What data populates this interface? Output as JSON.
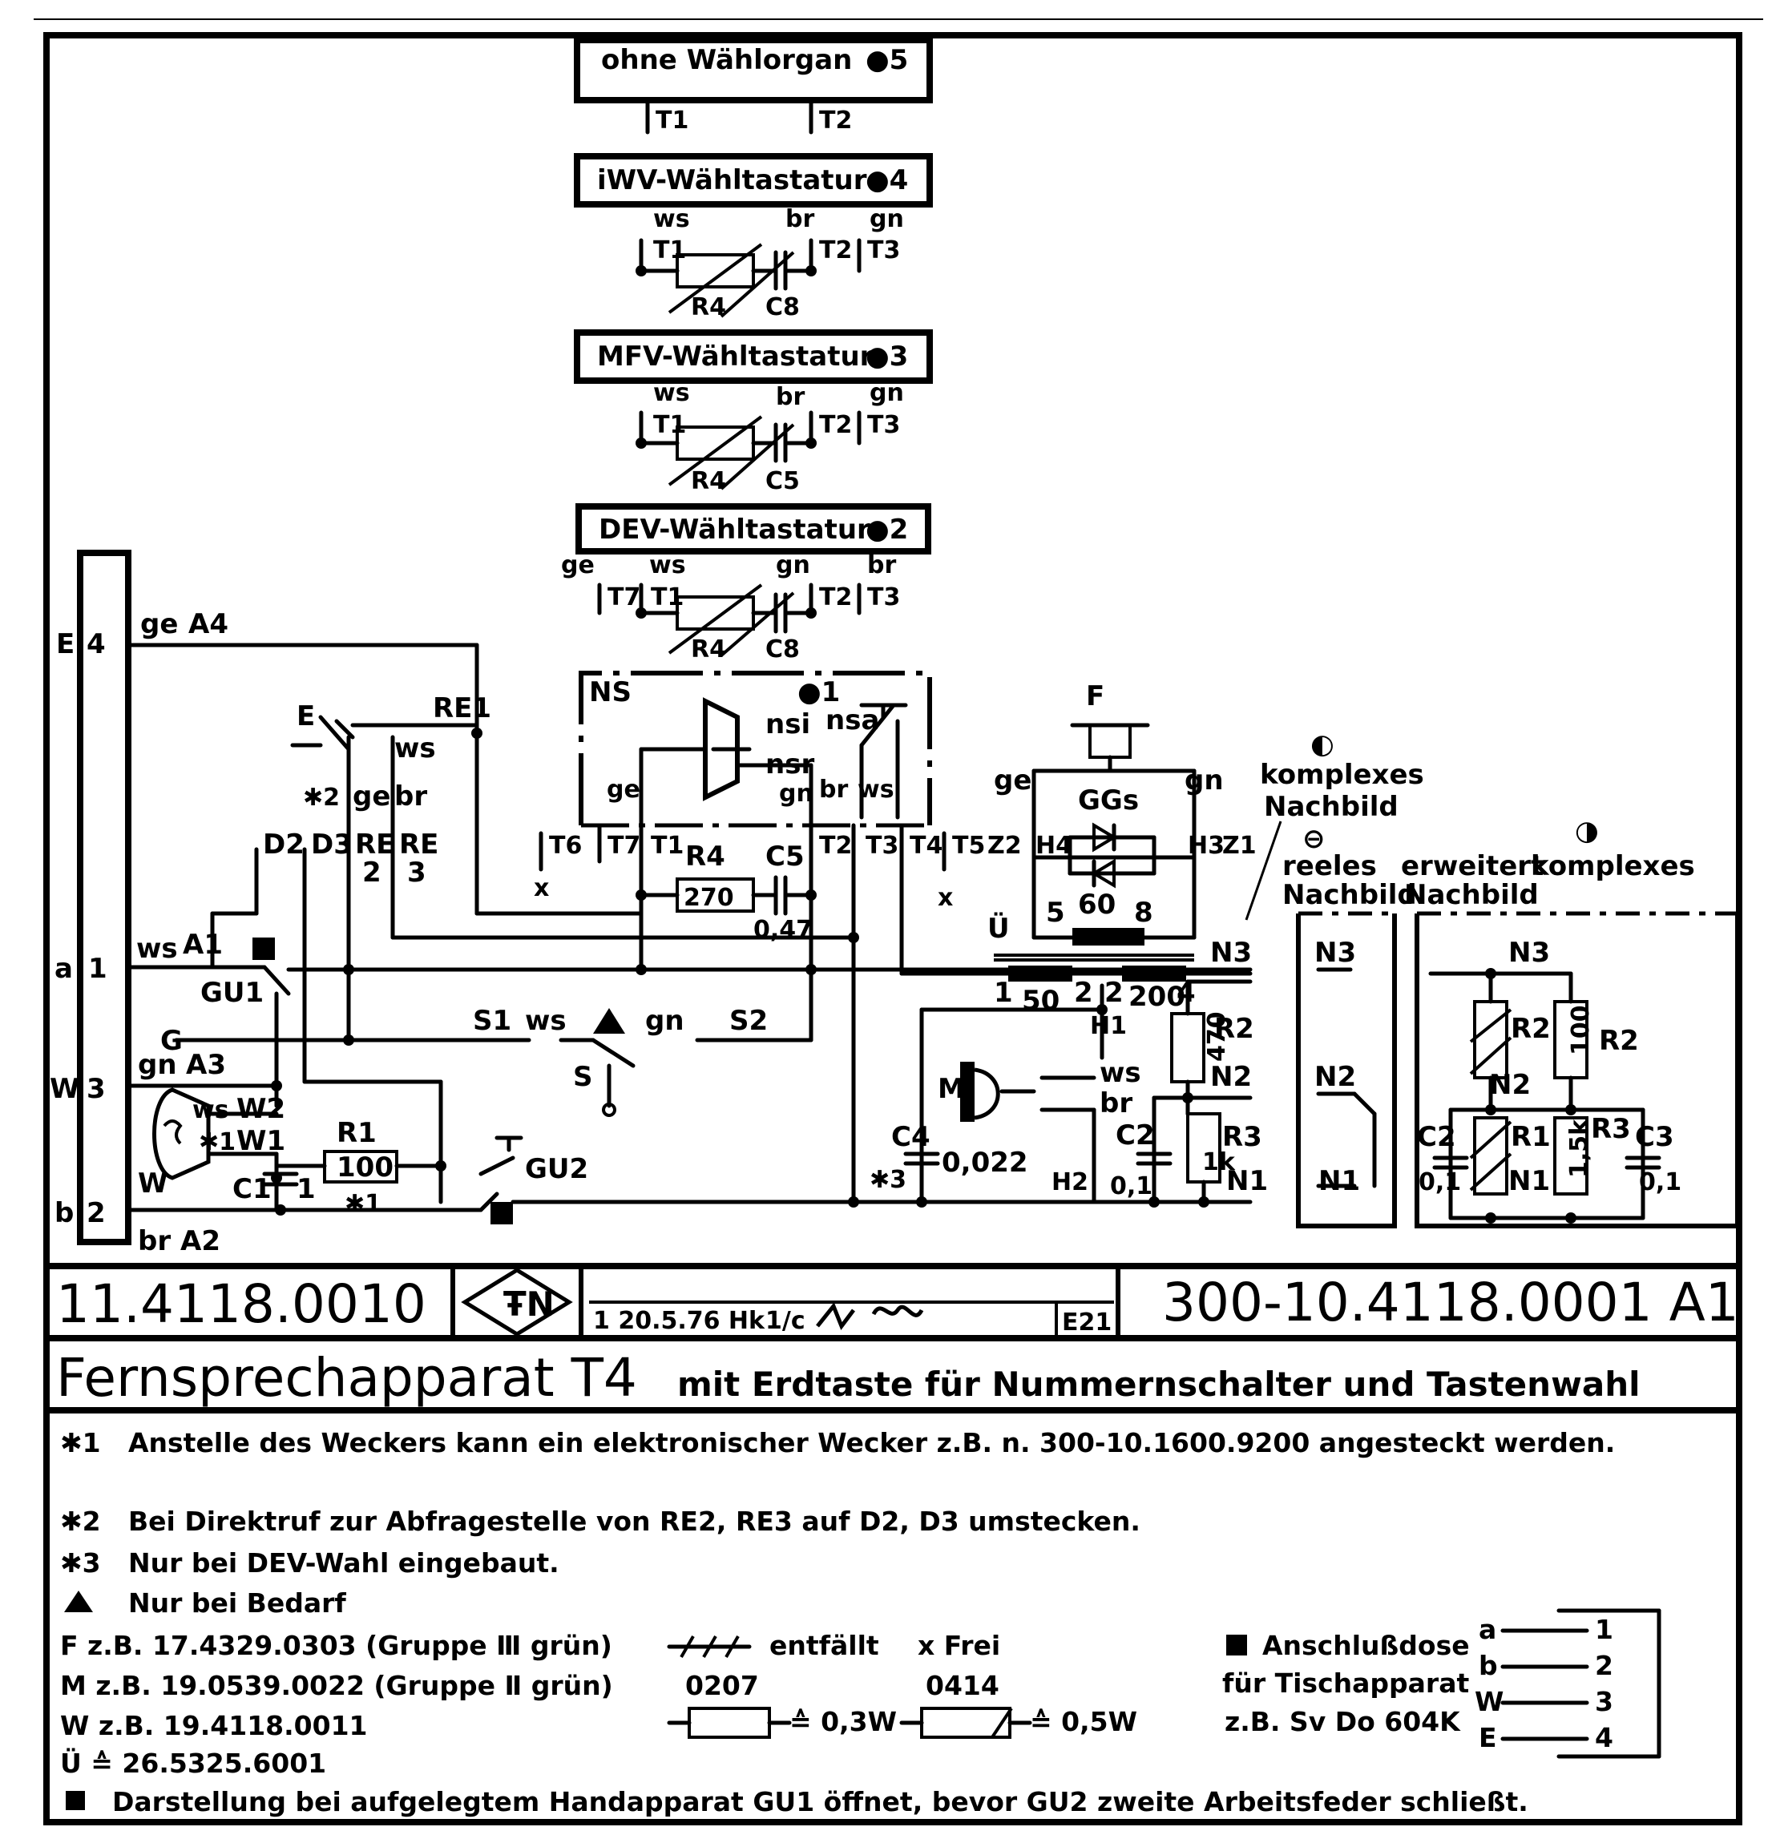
{
  "top_boxes": [
    {
      "title": "ohne Wählorgan",
      "num": "●5",
      "t1": "T1",
      "t2": "T2"
    },
    {
      "title": "iWV-Wähltastatur",
      "num": "●4",
      "ws": "ws",
      "br": "br",
      "gn": "gn",
      "t1": "T1",
      "t2": "T2",
      "t3": "T3",
      "r": "R4",
      "c": "C8"
    },
    {
      "title": "MFV-Wähltastatur",
      "num": "●3",
      "ws": "ws",
      "br": "br",
      "gn": "gn",
      "t1": "T1",
      "t2": "T2",
      "t3": "T3",
      "r": "R4",
      "c": "C5"
    },
    {
      "title": "DEV-Wähltastatur",
      "num": "●2",
      "ge": "ge",
      "ws": "ws",
      "gn": "gn",
      "br": "br",
      "t7": "T7",
      "t1": "T1",
      "t2": "T2",
      "t3": "T3",
      "r": "R4",
      "c": "C8"
    }
  ],
  "ns": {
    "title": "NS",
    "num": "●1",
    "nsi": "nsi",
    "nsr": "nsr",
    "nsa": "nsa",
    "ge": "ge",
    "gn": "gn",
    "br": "br",
    "ws": "ws",
    "terminals": [
      "T6",
      "T7",
      "T1",
      "T2",
      "T3",
      "T4",
      "T5"
    ],
    "x": "x",
    "r4": "R4",
    "r4v": "270",
    "c5": "C5",
    "c5v": "0,47"
  },
  "left": {
    "E": "E",
    "W": "W",
    "a": "a",
    "b": "b",
    "n4": "4",
    "n1": "1",
    "n3": "3",
    "n2": "2",
    "ge": "ge",
    "A4": "A4",
    "ws": "ws",
    "A1": "A1",
    "gn": "gn",
    "A3": "A3",
    "br": "br",
    "A2": "A2",
    "GU1": "GU1",
    "G": "G",
    "W2": "W2",
    "W1": "W1",
    "Wb": "W",
    "star1": "✱1",
    "R1": "R1",
    "R1v": "100",
    "C1": "C1",
    "C1v": "1",
    "star1b": "✱1",
    "GU2": "GU2",
    "Esw": "E",
    "RE1": "RE1",
    "wsRE": "ws",
    "star2": "✱2",
    "geRE": "ge",
    "brRE": "br",
    "D2": "D2",
    "D3": "D3",
    "RE2a": "RE",
    "RE2b": "2",
    "RE3a": "RE",
    "RE3b": "3",
    "S1": "S1",
    "wsS": "ws",
    "gnS": "gn",
    "S2": "S2",
    "S": "S"
  },
  "right": {
    "F": "F",
    "geF": "ge",
    "gnF": "gn",
    "GGs": "GGs",
    "Z2": "Z2",
    "H4": "H4",
    "H3": "H3",
    "Z1": "Z1",
    "n5": "5",
    "n60": "60",
    "n8": "8",
    "U": "Ü",
    "n1": "1",
    "n50": "50",
    "n2a": "2",
    "n2b": "2",
    "n200": "200",
    "n4": "4",
    "N3": "N3",
    "N2": "N2",
    "N1": "N1",
    "R2": "R2",
    "R2v": "470",
    "R3": "R3",
    "R3v": "1k",
    "C2": "C2",
    "C2v": "0,1",
    "H1": "H1",
    "H2": "H2",
    "M": "M",
    "wsM": "ws",
    "brM": "br",
    "C4": "C4",
    "C4v": "0,022",
    "star3": "✱3",
    "komplexes1": "komplexes",
    "nachbild1": "Nachbild",
    "reeles": "reeles",
    "nachbild2": "Nachbild",
    "erweitert": "erweitert",
    "nachbild3": "Nachbild",
    "komplexes2": "komplexes",
    "sym1": "◐",
    "sym2": "⊖",
    "sym3": "◑",
    "bN3": "N3",
    "bN2": "N2",
    "bN1": "N1",
    "eN3": "N3",
    "eN2": "N2",
    "eN1": "N1",
    "eR2": "R2",
    "eR2v": "100",
    "eR2x": "R2",
    "eR1": "R1",
    "eR3": "R3",
    "eR3v": "1,5k",
    "eC2": "C2",
    "eC2v": "0,1",
    "eC3": "C3",
    "eC3v": "0,1"
  },
  "title_block": {
    "left_no": "11.4118.0010",
    "rev": "1  20.5.76  Hk",
    "rev_sig": "1/c",
    "e21": "E21",
    "right_no": "300-10.4118.0001 A1",
    "title_main": "Fernsprechapparat T4",
    "title_sub": "mit Erdtaste für Nummernschalter und Tastenwahl"
  },
  "notes": {
    "n1m": "✱1",
    "n1": "Anstelle des Weckers kann ein elektronischer Wecker z.B. n. 300-10.1600.9200 angesteckt werden.",
    "n2m": "✱2",
    "n2": "Bei Direktruf zur Abfragestelle von RE2, RE3 auf D2, D3 umstecken.",
    "n3m": "✱3",
    "n3": "Nur bei DEV-Wahl eingebaut.",
    "n4": "Nur bei Bedarf",
    "F": "F z.B. 17.4329.0303 (Gruppe Ⅲ grün)",
    "M": "M z.B. 19.0539.0022 (Gruppe Ⅱ grün)",
    "W": "W z.B. 19.4118.0011",
    "U": "Ü ≙ 26.5325.6001",
    "last": "Darstellung bei aufgelegtem Handapparat GU1 öffnet, bevor GU2 zweite Arbeitsfeder schließt.",
    "entfaellt": "entfällt",
    "frei": "x Frei",
    "r0207": "0207",
    "r0414": "0414",
    "w03": "≙ 0,3W",
    "w05": "≙ 0,5W",
    "dose1": "Anschlußdose",
    "dose2": "für Tischapparat",
    "dose3": "z.B. Sv Do 604K",
    "plug": [
      {
        "l": "a",
        "n": "1"
      },
      {
        "l": "b",
        "n": "2"
      },
      {
        "l": "W",
        "n": "3"
      },
      {
        "l": "E",
        "n": "4"
      }
    ]
  }
}
